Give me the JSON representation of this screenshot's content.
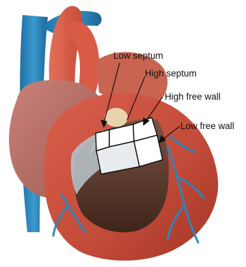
{
  "labels": {
    "low_septum": "Low septum",
    "high_septum": "High septum",
    "high_free_wall": "High free wall",
    "low_free_wall": "Low free wall"
  },
  "colors": {
    "background": "#ffffff",
    "muscle": "#c9503f",
    "muscle_dark": "#9e3326",
    "fat_pink": "#d07a72",
    "atrium": "#b86a62",
    "artery": "#e2654f",
    "vein": "#2a86bf",
    "cavity": "#5a3a2c",
    "region_fill": "#ffffff",
    "label_text": "#111111"
  }
}
